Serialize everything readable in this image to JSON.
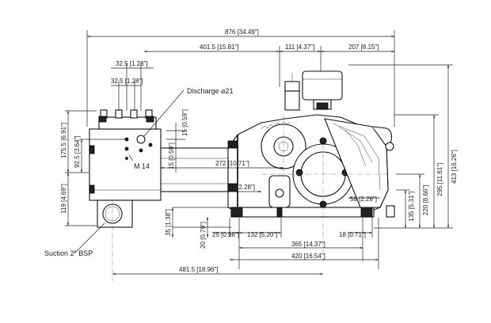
{
  "labels": {
    "discharge": "Discharge ⌀21",
    "suction": "Suction 2\" BSP",
    "thread": "M 14"
  },
  "dims": {
    "overall_width": "876 [34.49\"]",
    "d401": "401.5 [15.81\"]",
    "d111": "111 [4.37\"]",
    "d207": "207 [8.15\"]",
    "d32a": "32.5 [1.28\"]",
    "d32b": "32.5 [1.28\"]",
    "d175": "175.5 [6.91\"]",
    "d92": "92.5 [3.64\"]",
    "d119": "119 [4.69\"]",
    "d15a": "15 [0.59\"]",
    "d15b": "15 [0.59\"]",
    "d272": "272 [10.71\"]",
    "d58a": "58 [2.28\"]",
    "d58b": "58 [2.28\"]",
    "d35": "35 [1.38\"]",
    "d20": "20 [0.79\"]",
    "d25": "25 [0.98\"]",
    "d132": "132 [5.20\"]",
    "d18": "18 [0.71\"]",
    "d365": "365 [14.37\"]",
    "d420": "420 [16.54\"]",
    "d481": "481.5 [18.96\"]",
    "d413": "413 [16.26\"]",
    "d295": "295 [11.61\"]",
    "d220": "220 [8.66\"]",
    "d135": "135 [5.31\"]"
  }
}
